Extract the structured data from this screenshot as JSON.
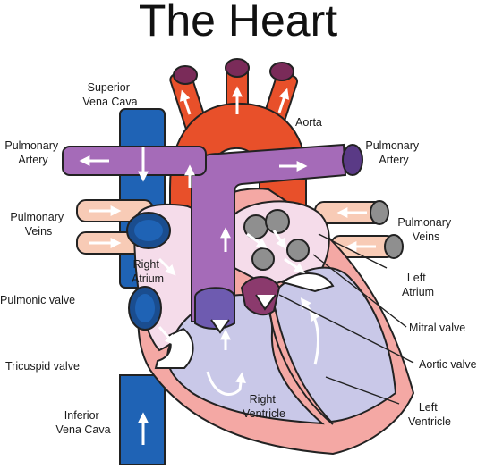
{
  "title": "The Heart",
  "labels": {
    "superior_vena_cava": [
      "Superior",
      "Vena Cava"
    ],
    "aorta": [
      "Aorta"
    ],
    "pulmonary_artery_left": [
      "Pulmonary",
      "Artery"
    ],
    "pulmonary_artery_right": [
      "Pulmonary",
      "Artery"
    ],
    "pulmonary_veins_left": [
      "Pulmonary",
      "Veins"
    ],
    "pulmonary_veins_right": [
      "Pulmonary",
      "Veins"
    ],
    "right_atrium": [
      "Right",
      "Atrium"
    ],
    "left_atrium": [
      "Left",
      "Atrium"
    ],
    "pulmonic_valve": [
      "Pulmonic valve"
    ],
    "mitral_valve": [
      "Mitral valve"
    ],
    "aortic_valve": [
      "Aortic valve"
    ],
    "tricuspid_valve": [
      "Tricuspid valve"
    ],
    "right_ventricle": [
      "Right",
      "Ventricle"
    ],
    "left_ventricle": [
      "Left",
      "Ventricle"
    ],
    "inferior_vena_cava": [
      "Inferior",
      "Vena Cava"
    ]
  },
  "colors": {
    "vena_cava": "#1f63b5",
    "aorta": "#e8502a",
    "pulmonary_artery": "#a56bb8",
    "pulmonary_veins": "#f8cbb6",
    "heart_wall": "#f4a8a4",
    "chambers": "#c9c8e8",
    "atrium": "#f5dcea"
  }
}
